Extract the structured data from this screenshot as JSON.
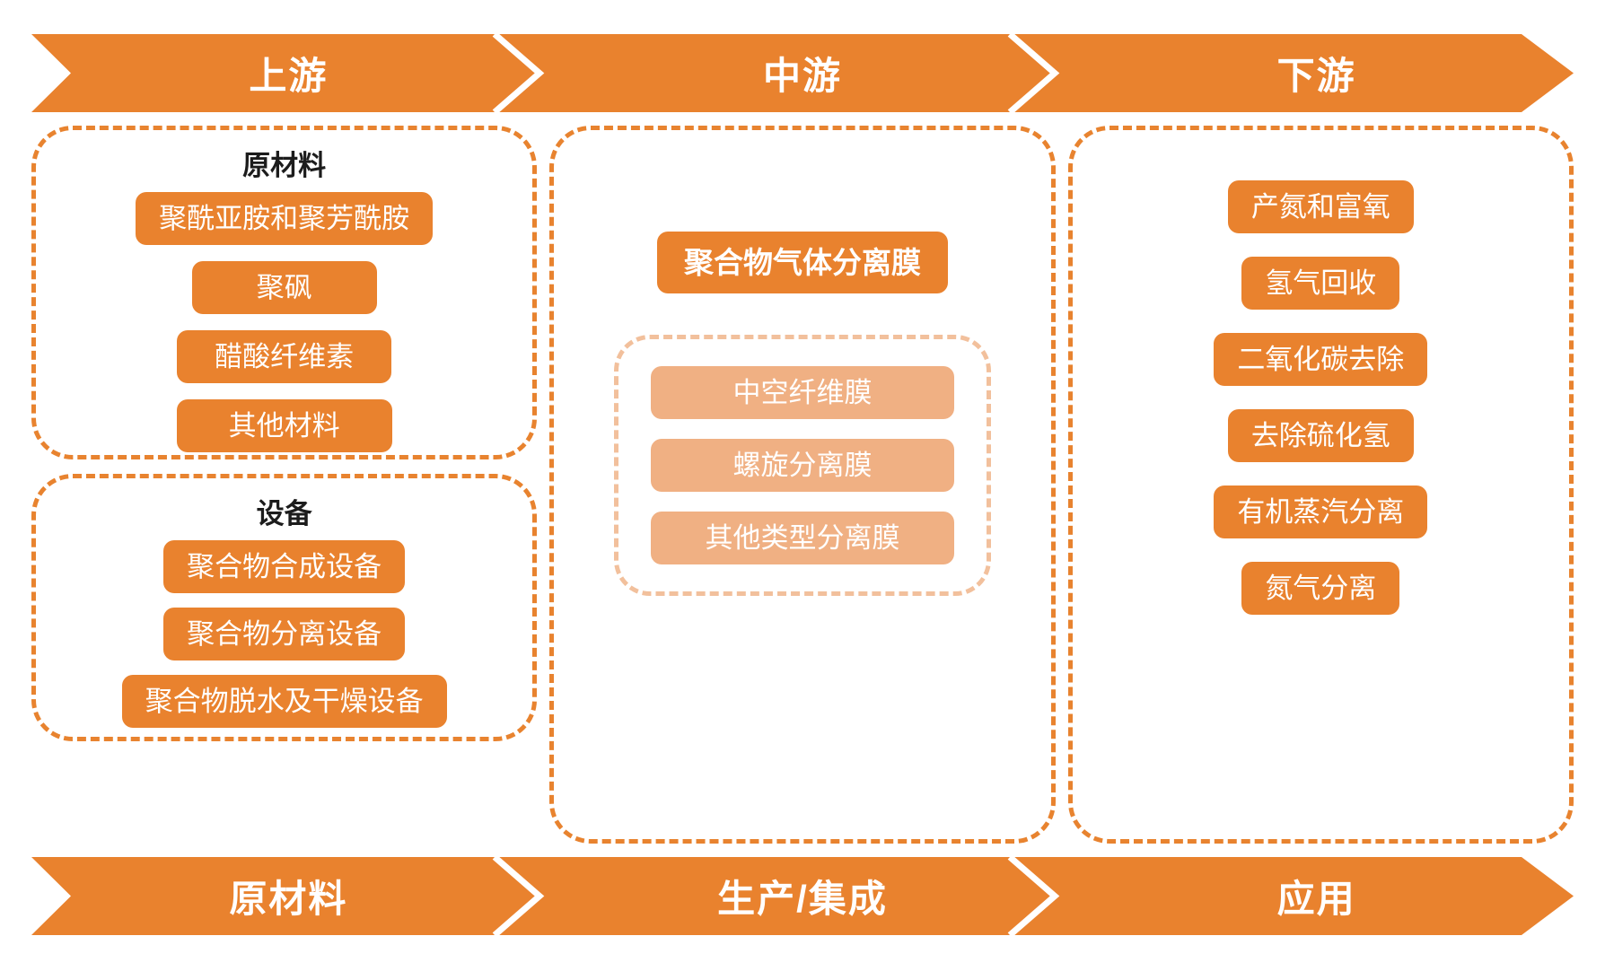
{
  "top_banner": {
    "segments": [
      {
        "label": "上游"
      },
      {
        "label": "中游"
      },
      {
        "label": "下游"
      }
    ]
  },
  "bottom_banner": {
    "segments": [
      {
        "label": "原材料"
      },
      {
        "label": "生产/集成"
      },
      {
        "label": "应用"
      }
    ]
  },
  "colors": {
    "accent": "#e9822e",
    "accent_light": "#f0b083",
    "dash_border": "#e8832f",
    "dash_border_light": "#f2c09c",
    "banner_fill": "#e9822e",
    "title_text": "#1c1c1c",
    "pill_text": "#ffffff"
  },
  "upstream": {
    "groups": [
      {
        "title": "原材料",
        "items": [
          "聚酰亚胺和聚芳酰胺",
          "聚砜",
          "醋酸纤维素",
          "其他材料"
        ]
      },
      {
        "title": "设备",
        "items": [
          "聚合物合成设备",
          "聚合物分离设备",
          "聚合物脱水及干燥设备"
        ]
      }
    ]
  },
  "midstream": {
    "headline": "聚合物气体分离膜",
    "inner_items": [
      "中空纤维膜",
      "螺旋分离膜",
      "其他类型分离膜"
    ]
  },
  "downstream": {
    "items": [
      "产氮和富氧",
      "氢气回收",
      "二氧化碳去除",
      "去除硫化氢",
      "有机蒸汽分离",
      "氮气分离"
    ]
  }
}
